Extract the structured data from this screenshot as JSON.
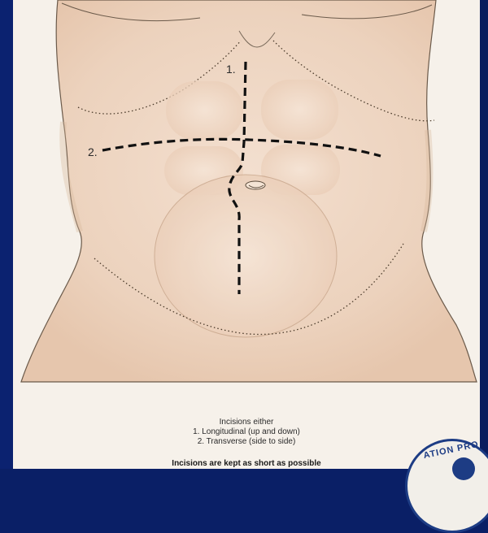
{
  "diagram": {
    "incisions": [
      {
        "label": "1.",
        "name": "Longitudinal"
      },
      {
        "label": "2.",
        "name": "Transverse"
      }
    ]
  },
  "caption": {
    "heading": "Incisions either",
    "items": [
      "1. Longitudinal (up and down)",
      "2. Transverse (side to side)"
    ],
    "note": "Incisions are kept as short as possible"
  },
  "stamp": {
    "text": "ATION PRO"
  },
  "colors": {
    "background": "#0a1f66",
    "poster": "#f6f1ea",
    "skin": "#ecd3bf",
    "incision": "#1a1a1a"
  }
}
